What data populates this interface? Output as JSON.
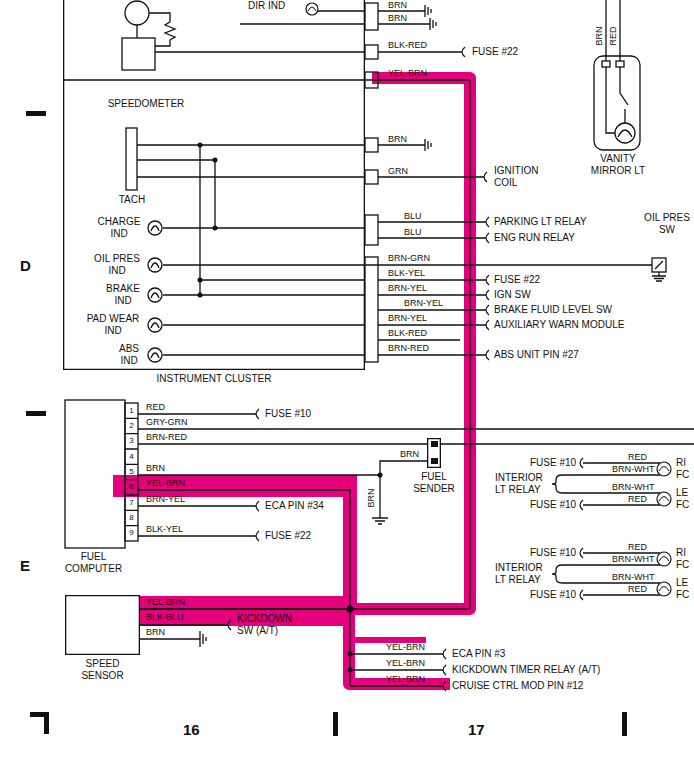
{
  "diagram": {
    "nodes": [
      {
        "text": [
          "INSTRUMENT CLUSTER"
        ]
      },
      {
        "text": [
          "SPEEDOMETER"
        ],
        "in": 0
      },
      {
        "text": [
          "TACH"
        ],
        "in": 0
      },
      {
        "text": [
          "CHARGE IND"
        ],
        "in": 0
      },
      {
        "text": [
          "OIL PRES IND"
        ],
        "in": 0
      },
      {
        "text": [
          "BRAKE IND"
        ],
        "in": 0
      },
      {
        "text": [
          "PAD WEAR IND"
        ],
        "in": 0
      },
      {
        "text": [
          "ABS IND"
        ],
        "in": 0
      },
      {
        "text": [
          "VANITY MIRROR LT"
        ]
      },
      {
        "text": [
          "OIL PRES SW"
        ]
      },
      {
        "text": [
          "FUEL COMPUTER"
        ]
      },
      {
        "text": [
          "FUEL SENDER"
        ]
      },
      {
        "text": [
          "SPEED SENSOR"
        ]
      }
    ],
    "edges": [
      {
        "from": 12,
        "to": 0,
        "arrow": "none"
      },
      {
        "from": 12,
        "to": 10,
        "arrow": "none"
      },
      {
        "from": 10,
        "to": 11,
        "arrow": "none"
      },
      {
        "from": 0,
        "to": 9,
        "arrow": "none"
      }
    ],
    "labels": [
      "DIR IND",
      "BRN",
      "BRN",
      "BLK-RED",
      "FUSE #22",
      "YEL-BRN",
      "BRN",
      "GRN",
      "IGNITION COIL",
      "BLU",
      "BLU",
      "PARKING LT RELAY",
      "ENG RUN RELAY",
      "BRN-GRN",
      "BLK-YEL",
      "FUSE #22",
      "BRN-YEL",
      "IGN SW",
      "BRN-YEL",
      "BRAKE FLUID LEVEL SW",
      "BRN-YEL",
      "AUXILIARY WARN MODULE",
      "BLK-RED",
      "BRN-RED",
      "ABS UNIT PIN #27",
      "BRN",
      "RED",
      "D",
      "E",
      "1",
      "2",
      "3",
      "4",
      "5",
      "6",
      "7",
      "8",
      "9",
      "RED",
      "FUSE #10",
      "GRY-GRN",
      "BRN-RED",
      "BRN",
      "YEL-BRN",
      "BRN-YEL",
      "ECA PIN #34",
      "BLK-YEL",
      "FUSE #22",
      "BRN",
      "BRN",
      "FUSE #10",
      "RED",
      "INTERIOR LT RELAY",
      "BRN-WHT",
      "BRN-WHT",
      "FUSE #10",
      "RED",
      "RI",
      "FC",
      "LE",
      "FC",
      "FUSE #10",
      "RED",
      "INTERIOR LT RELAY",
      "BRN-WHT",
      "BRN-WHT",
      "FUSE #10",
      "RED",
      "RI",
      "FC",
      "LE",
      "FC",
      "YEL-BRN",
      "BLK-BLU",
      "BRN",
      "KICKDOWN SW (A/T)",
      "YEL-BRN",
      "ECA PIN #3",
      "YEL-BRN",
      "KICKDOWN TIMER RELAY (A/T)",
      "YEL-BRN",
      "CRUISE CTRL MOD PIN #12",
      "16",
      "17"
    ]
  }
}
